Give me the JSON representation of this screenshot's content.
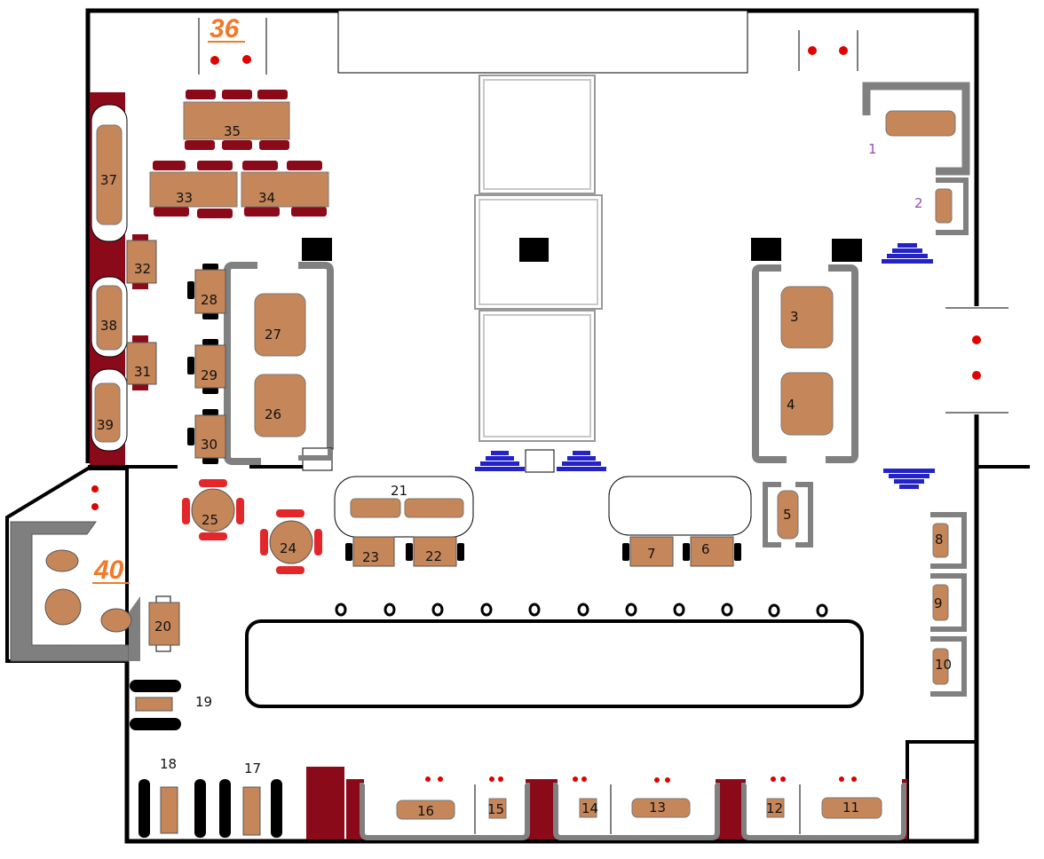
{
  "colors": {
    "wall": "#000000",
    "table": "#c58659",
    "chair_red": "#8b0a1a",
    "chair_bright": "#e3262a",
    "booth": "#808080",
    "stairs": "#2323c8",
    "banquette": "#8b0a1a",
    "dot": "#e00000"
  },
  "section_labels": {
    "s36": "36",
    "s40": "40"
  },
  "tables": {
    "t1": "1",
    "t2": "2",
    "t3": "3",
    "t4": "4",
    "t5": "5",
    "t6": "6",
    "t7": "7",
    "t8": "8",
    "t9": "9",
    "t10": "10",
    "t11": "11",
    "t12": "12",
    "t13": "13",
    "t14": "14",
    "t15": "15",
    "t16": "16",
    "t17": "17",
    "t18": "18",
    "t19": "19",
    "t20": "20",
    "t21": "21",
    "t22": "22",
    "t23": "23",
    "t24": "24",
    "t25": "25",
    "t26": "26",
    "t27": "27",
    "t28": "28",
    "t29": "29",
    "t30": "30",
    "t31": "31",
    "t32": "32",
    "t33": "33",
    "t34": "34",
    "t35": "35",
    "t37": "37",
    "t38": "38",
    "t39": "39"
  }
}
